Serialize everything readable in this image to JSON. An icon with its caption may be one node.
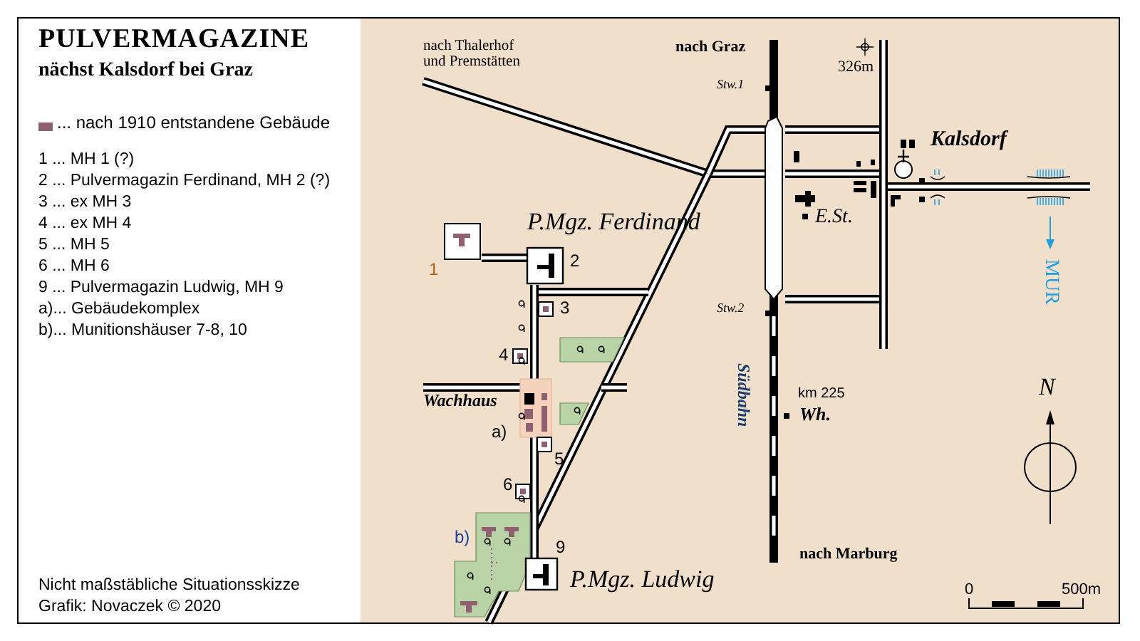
{
  "diagram": {
    "title": "PULVERMAGAZINE",
    "labels": [
      "nächst Kalsdorf bei Graz",
      "1 ... MH 1 (?)",
      "2 ... Pulvermagazin Ferdinand, MH 2 (?)",
      "3 ... ex MH 3",
      "4 ... ex MH 4",
      "5 ... MH 5",
      "6 ... MH 6",
      "9 ... Pulvermagazin Ludwig, MH 9",
      "a)... Gebäudekomplex",
      "b)... Munitionshäuser 7-8, 10",
      "Nicht maßstäbliche Situationsskizze",
      "Grafik: Novaczek © 2020",
      "nach Thalerhof und Premstätten",
      "nach Graz",
      "326m",
      "Stw.1",
      "Kalsdorf",
      "P.Mgz. Ferdinand",
      "1",
      "2",
      "E.St.",
      "MUR",
      "3",
      "Stw.2",
      "4",
      "Wachhaus",
      "Südbahn",
      "km 225",
      "Wh.",
      "a)",
      "5",
      "6",
      "N",
      "b)",
      "9",
      "nach Marburg",
      "P.Mgz. Ludwig",
      "0",
      "500m"
    ],
    "legend": [
      {
        "text": "... nach 1910 entstandene Gebäude",
        "color": "#8e6070"
      }
    ]
  }
}
